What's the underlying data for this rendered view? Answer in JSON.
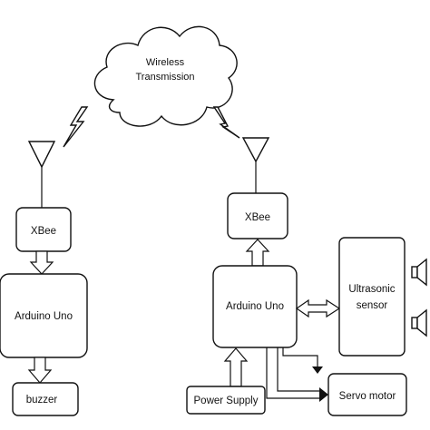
{
  "diagram": {
    "cloud": {
      "line1": "Wireless",
      "line2": "Transmission"
    },
    "left": {
      "xbee": "XBee",
      "arduino": "Arduino Uno",
      "buzzer": "buzzer"
    },
    "right": {
      "xbee": "XBee",
      "arduino": "Arduino Uno",
      "ultrasonic_line1": "Ultrasonic",
      "ultrasonic_line2": "sensor",
      "power": "Power Supply",
      "servo": "Servo motor"
    },
    "icons": [
      "antenna-icon",
      "lightning-bolt-icon",
      "speaker-icon"
    ]
  }
}
